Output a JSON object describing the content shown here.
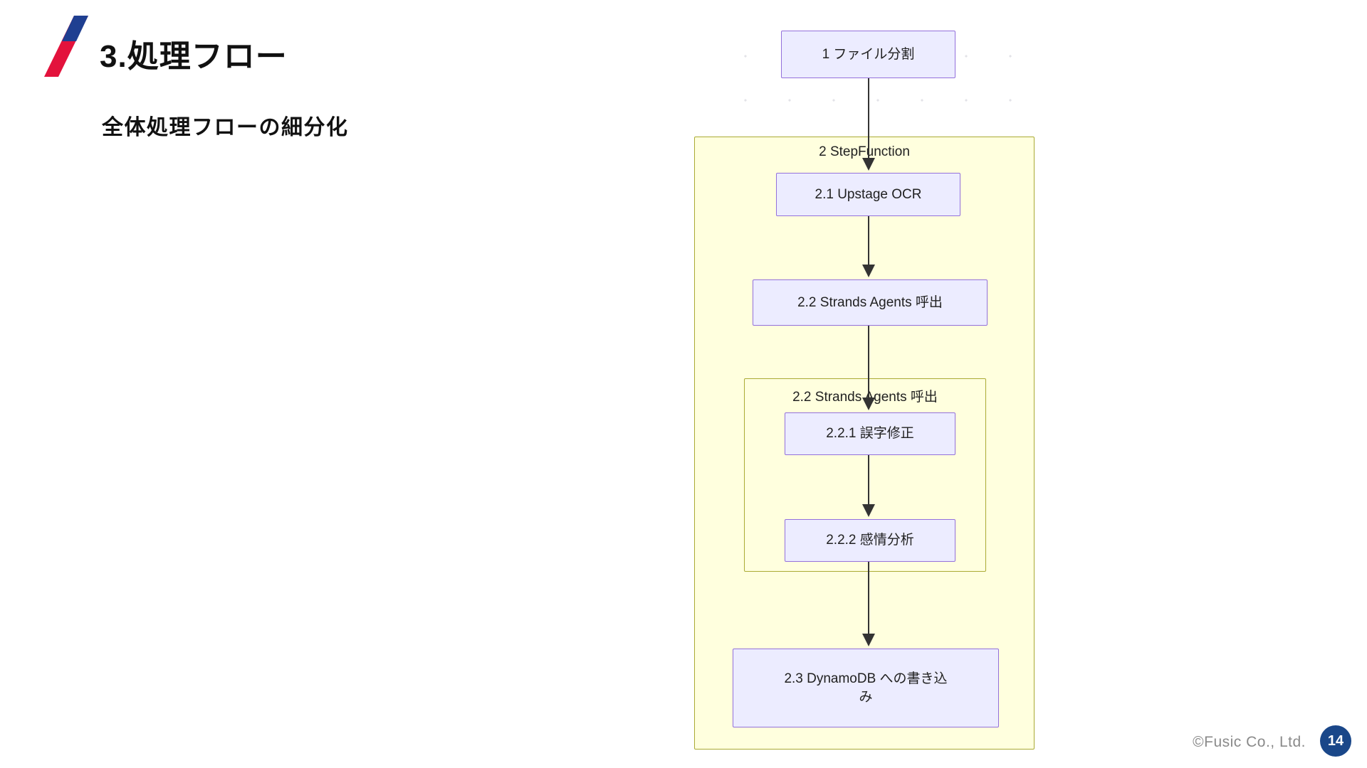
{
  "slide": {
    "title": "3.処理フロー",
    "subtitle": "全体処理フローの細分化",
    "logo_colors": {
      "top": "#1f3f91",
      "bottom": "#e3123c"
    }
  },
  "diagram": {
    "type": "flowchart",
    "direction": "top-to-bottom",
    "node_fill": "#ececff",
    "node_stroke": "#9370db",
    "cluster_fill": "#ffffde",
    "cluster_stroke": "#aaaa33",
    "edge_color": "#333333",
    "nodes": [
      {
        "id": "n1",
        "label": "1 ファイル分割"
      },
      {
        "id": "n21",
        "label": "2.1 Upstage OCR"
      },
      {
        "id": "n22",
        "label": "2.2 Strands Agents 呼出"
      },
      {
        "id": "n221",
        "label": "2.2.1 誤字修正"
      },
      {
        "id": "n222",
        "label": "2.2.2 感情分析"
      },
      {
        "id": "n23_line1",
        "label": "2.3 DynamoDB への書き込"
      },
      {
        "id": "n23_line2",
        "label": "み"
      }
    ],
    "clusters": [
      {
        "id": "c2",
        "label": "2 StepFunction"
      },
      {
        "id": "c22",
        "label": "2.2 Strands Agents 呼出"
      }
    ],
    "edges": [
      {
        "from": "n1",
        "to": "n21"
      },
      {
        "from": "n21",
        "to": "n22"
      },
      {
        "from": "n22",
        "to": "n221"
      },
      {
        "from": "n221",
        "to": "n222"
      },
      {
        "from": "n222",
        "to": "n23"
      }
    ]
  },
  "footer": {
    "copyright": "©Fusic Co., Ltd.",
    "page_number": "14",
    "badge_color": "#1a4789"
  }
}
